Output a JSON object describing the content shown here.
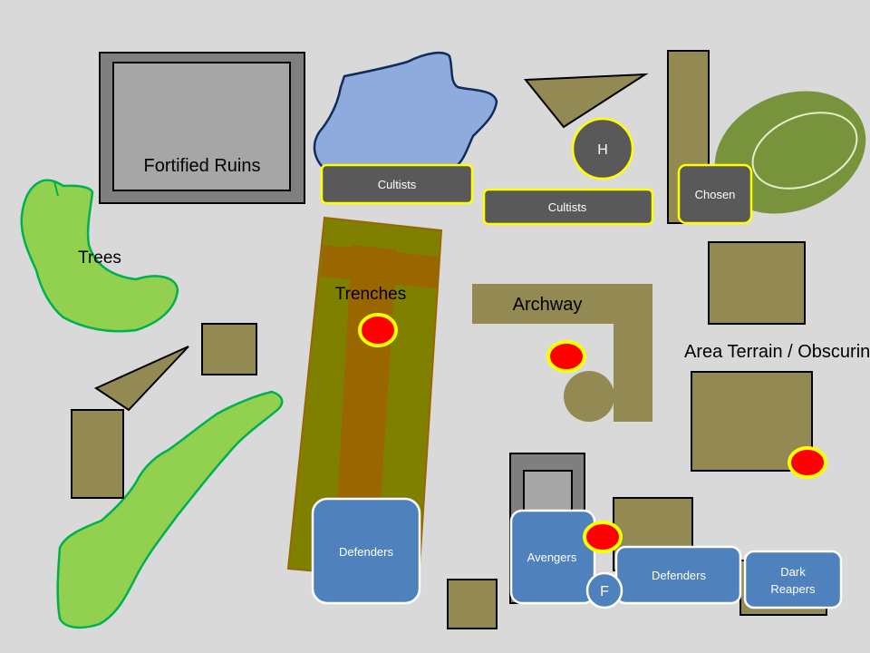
{
  "labels": {
    "fortified_ruins": "Fortified Ruins",
    "trees": "Trees",
    "trenches": "Trenches",
    "archway": "Archway",
    "area_terrain": "Area Terrain / Obscuring"
  },
  "units": {
    "cultists_a": "Cultists",
    "cultists_b": "Cultists",
    "chosen": "Chosen",
    "hero": "H",
    "defenders_a": "Defenders",
    "avengers": "Avengers",
    "flag": "F",
    "defenders_b": "Defenders",
    "dark_reapers_line1": "Dark",
    "dark_reapers_line2": "Reapers"
  },
  "colors": {
    "background": "#d9d9d9",
    "terrain_block": "#938953",
    "ruins_outer": "#7f7f7f",
    "ruins_inner": "#a6a6a6",
    "water": "#8faadc",
    "trees": "#92d050",
    "trees_outline": "#00b050",
    "hill": "#77933c",
    "trench_field": "#808000",
    "trench_channel": "#996600",
    "chaos_unit": "#595959",
    "chaos_outline": "#ffff00",
    "eldar_unit": "#4f81bd",
    "objective": "#ff0000",
    "objective_ring": "#ffff00"
  }
}
